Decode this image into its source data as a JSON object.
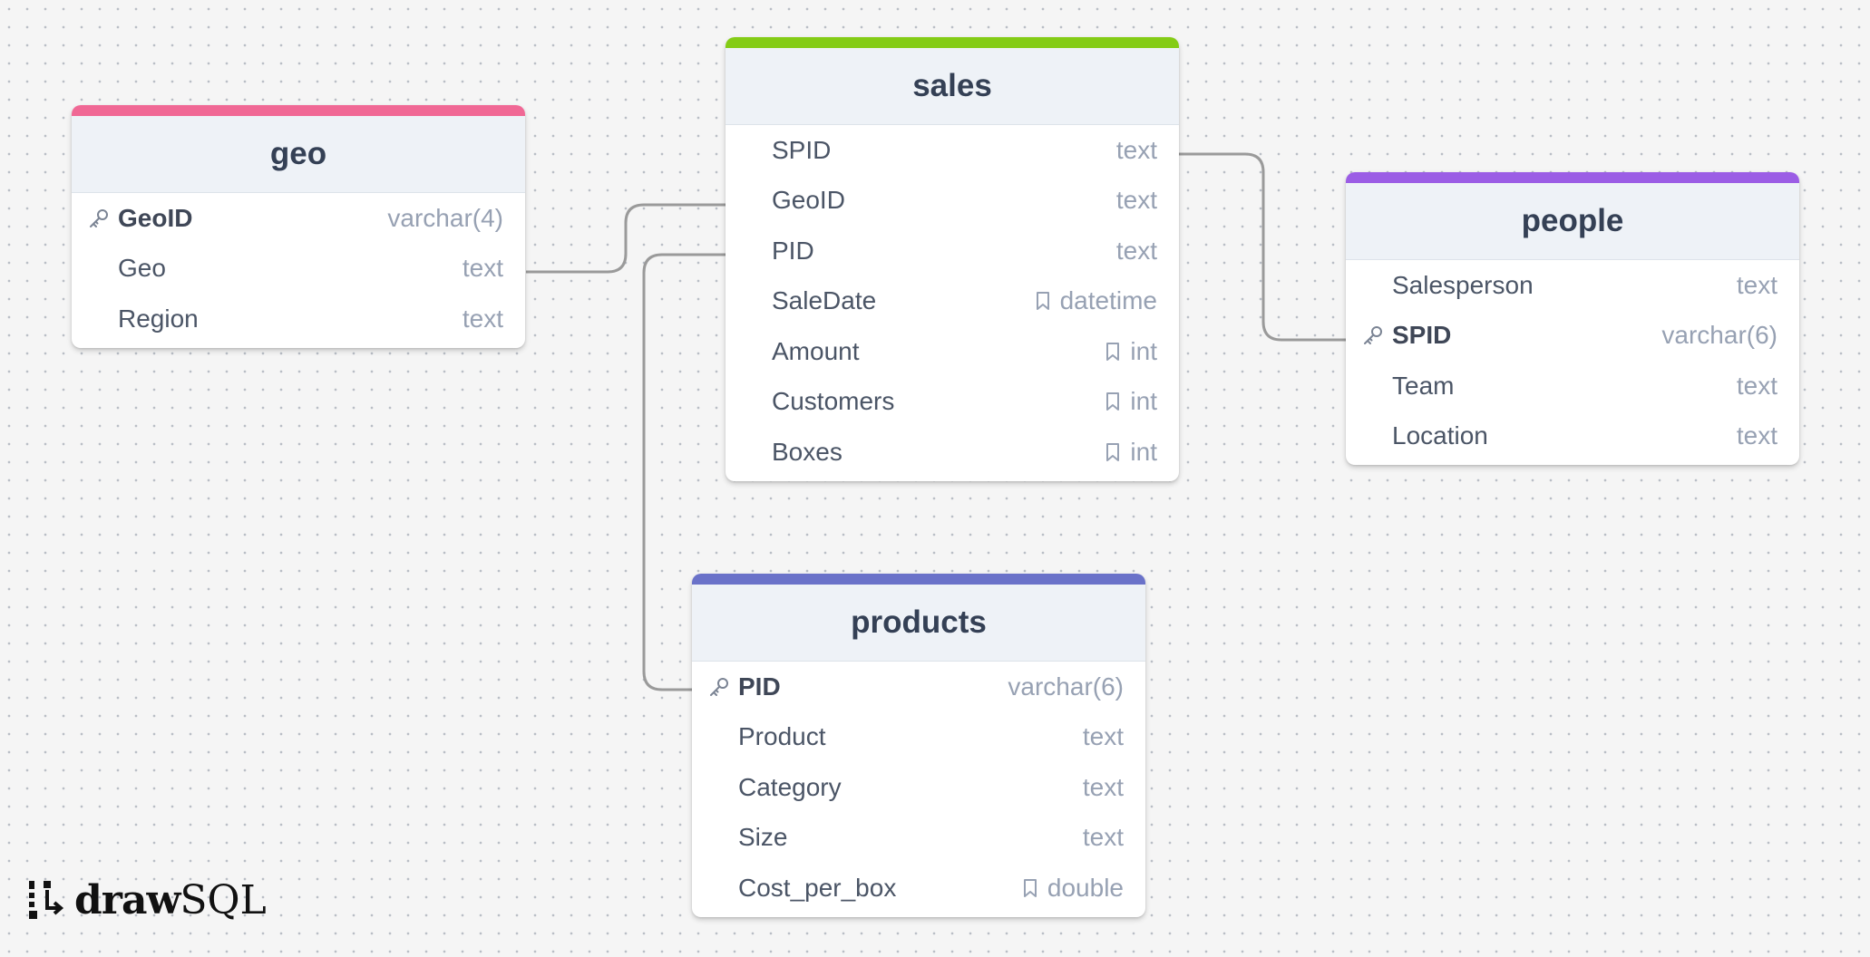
{
  "logo": {
    "bold": "draw",
    "regular": "SQL"
  },
  "colors": {
    "geo": "#f06895",
    "sales": "#84cc16",
    "people": "#9b5de5",
    "products": "#6a72c9",
    "connector": "#9a9a9a"
  },
  "tables": {
    "geo": {
      "name": "geo",
      "rows": [
        {
          "name": "GeoID",
          "type": "varchar(4)",
          "primary_key": true,
          "index": false
        },
        {
          "name": "Geo",
          "type": "text",
          "primary_key": false,
          "index": false
        },
        {
          "name": "Region",
          "type": "text",
          "primary_key": false,
          "index": false
        }
      ]
    },
    "sales": {
      "name": "sales",
      "rows": [
        {
          "name": "SPID",
          "type": "text",
          "primary_key": false,
          "index": false
        },
        {
          "name": "GeoID",
          "type": "text",
          "primary_key": false,
          "index": false
        },
        {
          "name": "PID",
          "type": "text",
          "primary_key": false,
          "index": false
        },
        {
          "name": "SaleDate",
          "type": "datetime",
          "primary_key": false,
          "index": true
        },
        {
          "name": "Amount",
          "type": "int",
          "primary_key": false,
          "index": true
        },
        {
          "name": "Customers",
          "type": "int",
          "primary_key": false,
          "index": true
        },
        {
          "name": "Boxes",
          "type": "int",
          "primary_key": false,
          "index": true
        }
      ]
    },
    "people": {
      "name": "people",
      "rows": [
        {
          "name": "Salesperson",
          "type": "text",
          "primary_key": false,
          "index": false
        },
        {
          "name": "SPID",
          "type": "varchar(6)",
          "primary_key": true,
          "index": false
        },
        {
          "name": "Team",
          "type": "text",
          "primary_key": false,
          "index": false
        },
        {
          "name": "Location",
          "type": "text",
          "primary_key": false,
          "index": false
        }
      ]
    },
    "products": {
      "name": "products",
      "rows": [
        {
          "name": "PID",
          "type": "varchar(6)",
          "primary_key": true,
          "index": false
        },
        {
          "name": "Product",
          "type": "text",
          "primary_key": false,
          "index": false
        },
        {
          "name": "Category",
          "type": "text",
          "primary_key": false,
          "index": false
        },
        {
          "name": "Size",
          "type": "text",
          "primary_key": false,
          "index": false
        },
        {
          "name": "Cost_per_box",
          "type": "double",
          "primary_key": false,
          "index": true
        }
      ]
    }
  },
  "relations": [
    {
      "from": "sales.GeoID",
      "to": "geo.GeoID"
    },
    {
      "from": "sales.PID",
      "to": "products.PID"
    },
    {
      "from": "sales.SPID",
      "to": "people.SPID"
    }
  ]
}
